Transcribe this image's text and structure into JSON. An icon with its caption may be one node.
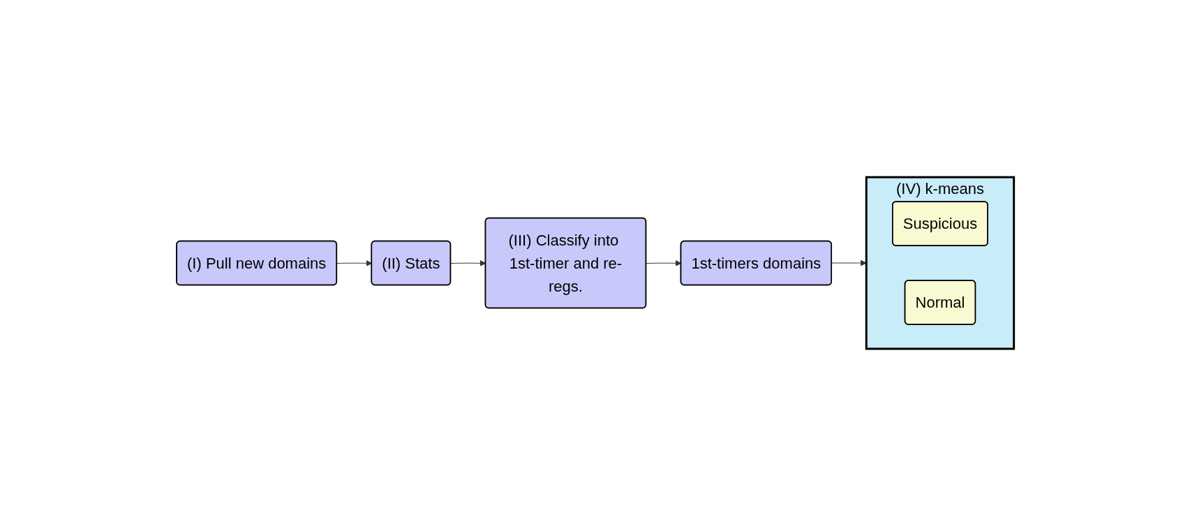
{
  "diagram": {
    "nodes": [
      {
        "text": [
          "(I) Pull new domains"
        ]
      },
      {
        "text": [
          "(II) Stats"
        ]
      },
      {
        "text": [
          "(III) Classify into 1st-timer and re-regs."
        ]
      },
      {
        "text": [
          "1st-timers domains"
        ]
      },
      {
        "text": [
          "(IV) k-means"
        ]
      },
      {
        "text": [
          "Suspicious"
        ],
        "in": 4
      },
      {
        "text": [
          "Normal"
        ],
        "in": 4
      }
    ],
    "edges": [
      {
        "from": 0,
        "to": 1,
        "arrow": "to"
      },
      {
        "from": 1,
        "to": 2,
        "arrow": "to"
      },
      {
        "from": 2,
        "to": 3,
        "arrow": "to"
      },
      {
        "from": 3,
        "to": 4,
        "arrow": "to"
      }
    ]
  }
}
